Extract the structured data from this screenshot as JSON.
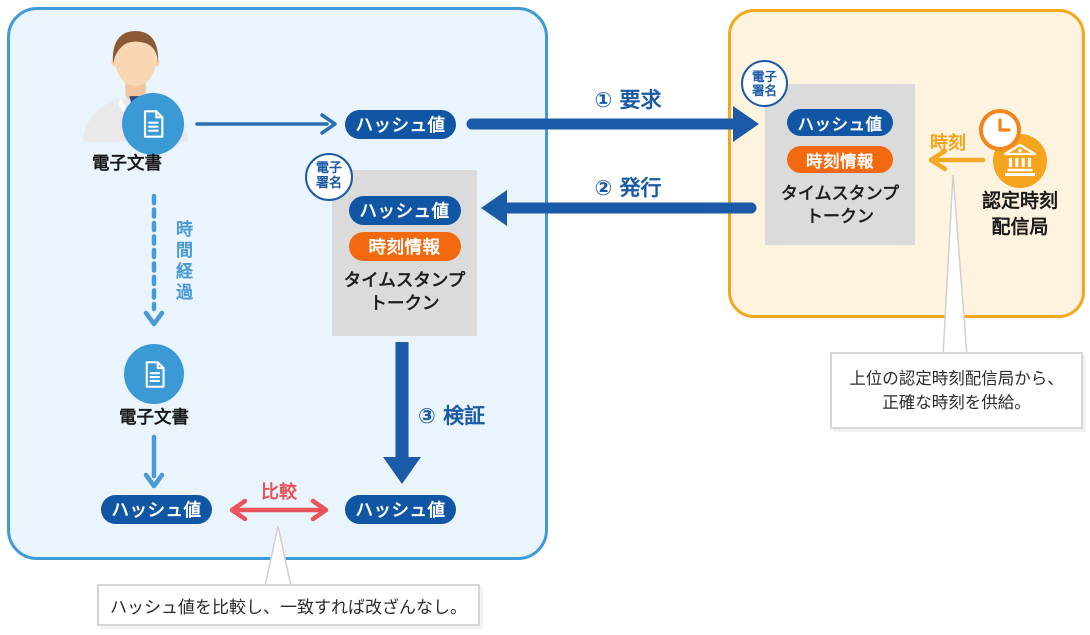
{
  "labels": {
    "hash": "ハッシュ値",
    "time_info": "時刻情報",
    "timestamp_line1": "タイムスタンプ",
    "timestamp_line2": "トークン",
    "esign_line1": "電子",
    "esign_line2": "署名",
    "document": "電子文書",
    "time_elapsed": "時間経過",
    "request": "① 要求",
    "issue": "② 発行",
    "verify": "③ 検証",
    "compare": "比較",
    "time": "時刻",
    "authority_line1": "認定時刻",
    "authority_line2": "配信局"
  },
  "callouts": {
    "time_supply_line1": "上位の認定時刻配信局から、",
    "time_supply_line2": "正確な時刻を供給。",
    "hash_compare": "ハッシュ値を比較し、一致すれば改ざんなし。"
  },
  "icons": {
    "person": "person-icon",
    "document": "document-icon",
    "clock": "clock-icon",
    "bank": "bank-icon"
  },
  "colors": {
    "pill_blue": "#1156a5",
    "arrow_dark_blue": "#1b5aa6",
    "light_blue": "#4a9ad5",
    "panel_blue_border": "#3f9ad8",
    "panel_blue_bg": "#e9f4fc",
    "orange_pill": "#f2690f",
    "amber": "#f5a41e",
    "panel_amber_border": "#f3a81b",
    "panel_amber_bg": "#fdf3de",
    "red": "#e85459",
    "gray_box": "#dbdbdb"
  }
}
